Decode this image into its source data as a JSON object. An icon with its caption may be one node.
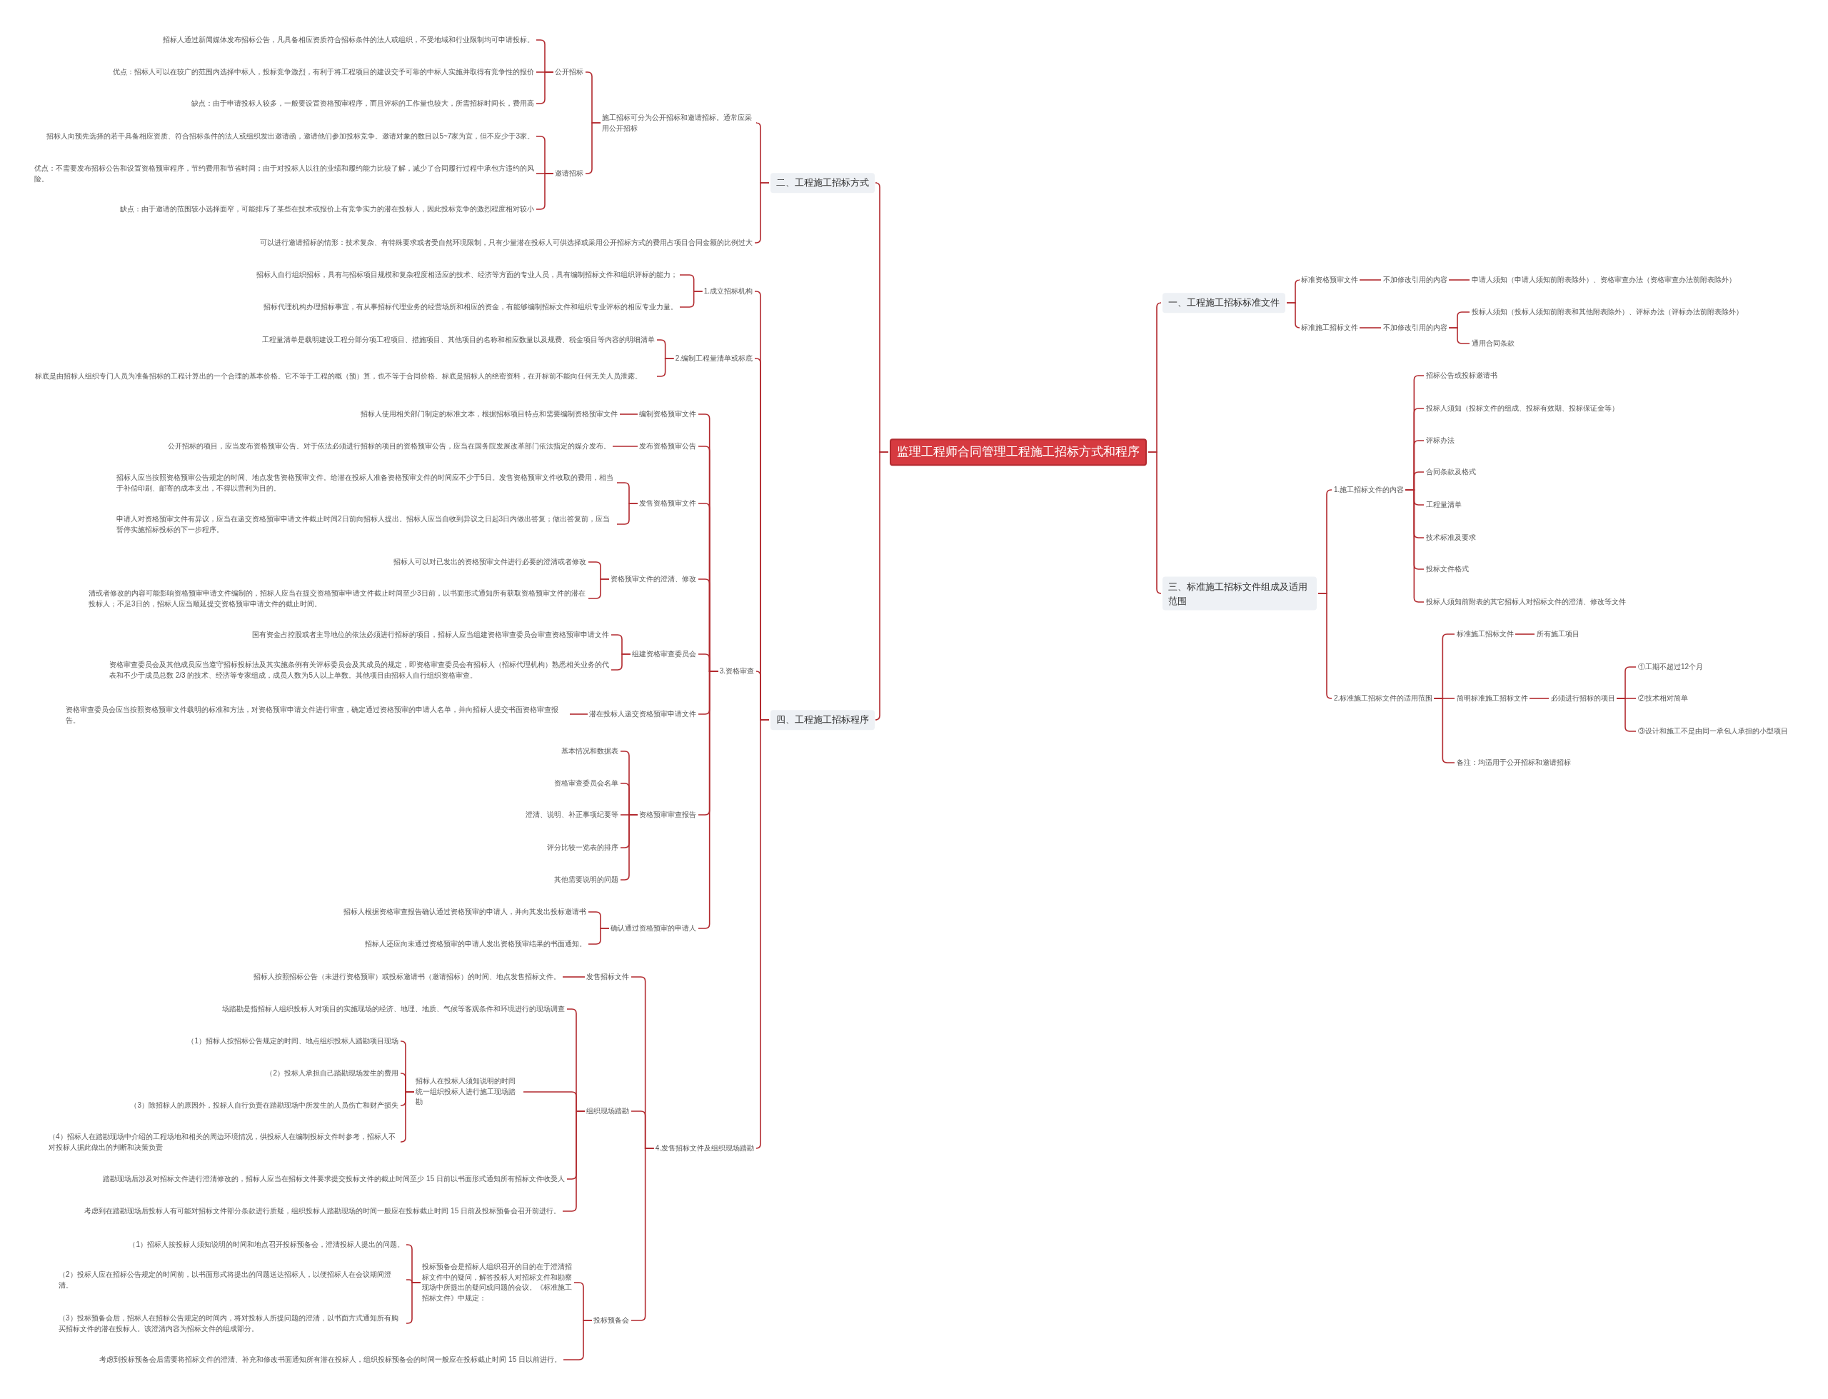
{
  "diagram": {
    "nodes": [
      {
        "text": [
          "监理工程师合同管理工程施工招标方式和程序"
        ]
      },
      {
        "text": [
          "二、工程施工招标方式"
        ]
      },
      {
        "text": [
          "施工招标可分为公开招标和邀请招标。通常应采用公开招标"
        ]
      },
      {
        "text": [
          "公开招标"
        ]
      },
      {
        "text": [
          "招标人通过新闻媒体发布招标公告，凡具备相应资质符合招标条件的法人或组织，不受地域和行业限制均可申请投标。"
        ]
      },
      {
        "text": [
          "优点：招标人可以在较广的范围内选择中标人，投标竞争激烈，有利于将工程项目的建设交予可靠的中标人实施并取得有竞争性的报价"
        ]
      },
      {
        "text": [
          "缺点：由于申请投标人较多，一般要设置资格预审程序，而且评标的工作量也较大，所需招标时间长，费用高"
        ]
      },
      {
        "text": [
          "邀请招标"
        ]
      },
      {
        "text": [
          "招标人向预先选择的若干具备相应资质、符合招标条件的法人或组织发出邀请函，邀请他们参加投标竞争。邀请对象的数目以5~7家为宜，但不应少于3家。"
        ]
      },
      {
        "text": [
          "优点：不需要发布招标公告和设置资格预审程序，节约费用和节省时间；由于对投标人以往的业绩和履约能力比较了解，减少了合同履行过程中承包方违约的风险。"
        ]
      },
      {
        "text": [
          "缺点：由于邀请的范围较小选择面窄，可能排斥了某些在技术或报价上有竞争实力的潜在投标人，因此投标竞争的激烈程度相对较小"
        ]
      },
      {
        "text": [
          "可以进行邀请招标的情形：技术复杂、有特殊要求或者受自然环境限制，只有少量潜在投标人可供选择或采用公开招标方式的费用占项目合同金额的比例过大"
        ]
      },
      {
        "text": [
          "四、工程施工招标程序"
        ]
      },
      {
        "text": [
          "1.成立招标机构"
        ]
      },
      {
        "text": [
          "招标人自行组织招标，具有与招标项目规模和复杂程度相适应的技术、经济等方面的专业人员，具有编制招标文件和组织评标的能力；"
        ]
      },
      {
        "text": [
          "招标代理机构办理招标事宜，有从事招标代理业务的经营场所和相应的资金，有能够编制招标文件和组织专业评标的相应专业力量。"
        ]
      },
      {
        "text": [
          "2.编制工程量清单或标底"
        ]
      },
      {
        "text": [
          "工程量清单是载明建设工程分部分项工程项目、措施项目、其他项目的名称和相应数量以及规费、税金项目等内容的明细清单"
        ]
      },
      {
        "text": [
          "标底是由招标人组织专门人员为准备招标的工程计算出的一个合理的基本价格。它不等于工程的概（预）算，也不等于合同价格。标底是招标人的绝密资料，在开标前不能向任何无关人员泄露。"
        ]
      },
      {
        "text": [
          "3.资格审查"
        ]
      },
      {
        "text": [
          "编制资格预审文件"
        ]
      },
      {
        "text": [
          "招标人使用相关部门制定的标准文本，根据招标项目特点和需要编制资格预审文件"
        ]
      },
      {
        "text": [
          "发布资格预审公告"
        ]
      },
      {
        "text": [
          "公开招标的项目，应当发布资格预审公告。对于依法必须进行招标的项目的资格预审公告，应当在国务院发展改革部门依法指定的媒介发布。"
        ]
      },
      {
        "text": [
          "发售资格预审文件"
        ]
      },
      {
        "text": [
          "招标人应当按照资格预审公告规定的时间、地点发售资格预审文件。给潜在投标人准备资格预审文件的时间应不少于5日。发售资格预审文件收取的费用，相当于补偿印刷、邮寄的成本支出，不得以营利为目的。"
        ]
      },
      {
        "text": [
          "申请人对资格预审文件有异议，应当在递交资格预审申请文件截止时间2日前向招标人提出。招标人应当自收到异议之日起3日内做出答复；做出答复前，应当暂停实施招标投标的下一步程序。"
        ]
      },
      {
        "text": [
          "资格预审文件的澄清、修改"
        ]
      },
      {
        "text": [
          "招标人可以对已发出的资格预审文件进行必要的澄清或者修改"
        ]
      },
      {
        "text": [
          "清或者修改的内容可能影响资格预审申请文件编制的，招标人应当在提交资格预审申请文件截止时间至少3日前，以书面形式通知所有获取资格预审文件的潜在投标人；不足3日的，招标人应当顺延提交资格预审申请文件的截止时间。"
        ]
      },
      {
        "text": [
          "组建资格审查委员会"
        ]
      },
      {
        "text": [
          "国有资金占控股或者主导地位的依法必须进行招标的项目，招标人应当组建资格审查委员会审查资格预审申请文件"
        ]
      },
      {
        "text": [
          "资格审查委员会及其他成员应当遵守招标投标法及其实施条例有关评标委员会及其成员的规定，即资格审查委员会有招标人（招标代理机构）熟悉相关业务的代表和不少于成员总数 2/3 的技术、经济等专家组成，成员人数为5人以上单数。其他项目由招标人自行组织资格审查。"
        ]
      },
      {
        "text": [
          "潜在投标人递交资格预审申请文件"
        ]
      },
      {
        "text": [
          "资格审查委员会应当按照资格预审文件载明的标准和方法，对资格预审申请文件进行审查，确定通过资格预审的申请人名单，并向招标人提交书面资格审查报告。"
        ]
      },
      {
        "text": [
          "资格预审审查报告"
        ]
      },
      {
        "text": [
          "基本情况和数据表"
        ]
      },
      {
        "text": [
          "资格审查委员会名单"
        ]
      },
      {
        "text": [
          "澄清、说明、补正事项纪要等"
        ]
      },
      {
        "text": [
          "评分比较一览表的排序"
        ]
      },
      {
        "text": [
          "其他需要说明的问题"
        ]
      },
      {
        "text": [
          "确认通过资格预审的申请人"
        ]
      },
      {
        "text": [
          "招标人根据资格审查报告确认通过资格预审的申请人，并向其发出投标邀请书"
        ]
      },
      {
        "text": [
          "招标人还应向未通过资格预审的申请人发出资格预审结果的书面通知。"
        ]
      },
      {
        "text": [
          "4.发售招标文件及组织现场踏勘"
        ]
      },
      {
        "text": [
          "发售招标文件"
        ]
      },
      {
        "text": [
          "招标人按照招标公告（未进行资格预审）或投标邀请书（邀请招标）的时间、地点发售招标文件。"
        ]
      },
      {
        "text": [
          "组织现场踏勘"
        ]
      },
      {
        "text": [
          "场踏勘是指招标人组织投标人对项目的实施现场的经济、地理、地质、气候等客观条件和环境进行的现场调查"
        ]
      },
      {
        "text": [
          "招标人在投标人须知说明的时间统一组织投标人进行施工现场踏勘"
        ]
      },
      {
        "text": [
          "（1）招标人按招标公告规定的时间、地点组织投标人踏勘项目现场"
        ]
      },
      {
        "text": [
          "（2）投标人承担自己踏勘现场发生的费用"
        ]
      },
      {
        "text": [
          "（3）除招标人的原因外，投标人自行负责在踏勘现场中所发生的人员伤亡和财产损失"
        ]
      },
      {
        "text": [
          "（4）招标人在踏勘现场中介绍的工程场地和相关的周边环境情况，供投标人在编制投标文件时参考，招标人不对投标人据此做出的判断和决策负责"
        ]
      },
      {
        "text": [
          "踏勘现场后涉及对招标文件进行澄清修改的，招标人应当在招标文件要求提交投标文件的截止时间至少 15 日前以书面形式通知所有招标文件收受人"
        ]
      },
      {
        "text": [
          "考虑到在踏勘现场后投标人有可能对招标文件部分条款进行质疑，组织投标人踏勘现场的时间一般应在投标截止时间 15 日前及投标预备会召开前进行。"
        ]
      },
      {
        "text": [
          "投标预备会"
        ]
      },
      {
        "text": [
          "投标预备会是招标人组织召开的目的在于澄清招标文件中的疑问，解答投标人对招标文件和勘察现场中所提出的疑问或问题的会议。《标准施工招标文件》中规定："
        ]
      },
      {
        "text": [
          "（1）招标人按投标人须知说明的时间和地点召开投标预备会，澄清投标人提出的问题。"
        ]
      },
      {
        "text": [
          "（2）投标人应在招标公告规定的时间前，以书面形式将提出的问题送达招标人，以便招标人在会议期间澄清。"
        ]
      },
      {
        "text": [
          "（3）投标预备会后，招标人在招标公告规定的时间内，将对投标人所提问题的澄清，以书面方式通知所有购买招标文件的潜在投标人。该澄清内容为招标文件的组成部分。"
        ]
      },
      {
        "text": [
          "考虑到投标预备会后需要将招标文件的澄清、补充和修改书面通知所有潜在投标人，组织投标预备会的时间一般应在投标截止时间 15 日以前进行。"
        ]
      },
      {
        "text": [
          "一、工程施工招标标准文件"
        ]
      },
      {
        "text": [
          "标准资格预审文件"
        ]
      },
      {
        "text": [
          "不加修改引用的内容"
        ]
      },
      {
        "text": [
          "申请人须知（申请人须知前附表除外）、资格审查办法（资格审查办法前附表除外）"
        ]
      },
      {
        "text": [
          "标准施工招标文件"
        ]
      },
      {
        "text": [
          "不加修改引用的内容"
        ]
      },
      {
        "text": [
          "投标人须知（投标人须知前附表和其他附表除外）、评标办法（评标办法前附表除外）"
        ]
      },
      {
        "text": [
          "通用合同条款"
        ]
      },
      {
        "text": [
          "三、标准施工招标文件组成及适用范围"
        ]
      },
      {
        "text": [
          "1.施工招标文件的内容"
        ]
      },
      {
        "text": [
          "招标公告或投标邀请书"
        ]
      },
      {
        "text": [
          "投标人须知（投标文件的组成、投标有效期、投标保证金等）"
        ]
      },
      {
        "text": [
          "评标办法"
        ]
      },
      {
        "text": [
          "合同条款及格式"
        ]
      },
      {
        "text": [
          "工程量清单"
        ]
      },
      {
        "text": [
          "技术标准及要求"
        ]
      },
      {
        "text": [
          "投标文件格式"
        ]
      },
      {
        "text": [
          "投标人须知前附表的其它招标人对招标文件的澄清、修改等文件"
        ]
      },
      {
        "text": [
          "2.标准施工招标文件的适用范围"
        ]
      },
      {
        "text": [
          "标准施工招标文件"
        ]
      },
      {
        "text": [
          "所有施工项目"
        ]
      },
      {
        "text": [
          "简明标准施工招标文件"
        ]
      },
      {
        "text": [
          "必须进行招标的项目"
        ]
      },
      {
        "text": [
          "①工期不超过12个月"
        ]
      },
      {
        "text": [
          "②技术相对简单"
        ]
      },
      {
        "text": [
          "③设计和施工不是由同一承包人承担的小型项目"
        ]
      },
      {
        "text": [
          "备注：均适用于公开招标和邀请招标"
        ]
      }
    ],
    "edges": [
      {
        "from": 0,
        "to": 1,
        "arrow": "none"
      },
      {
        "from": 1,
        "to": 2,
        "arrow": "none"
      },
      {
        "from": 2,
        "to": 3,
        "arrow": "none"
      },
      {
        "from": 3,
        "to": 4,
        "arrow": "none"
      },
      {
        "from": 3,
        "to": 5,
        "arrow": "none"
      },
      {
        "from": 3,
        "to": 6,
        "arrow": "none"
      },
      {
        "from": 2,
        "to": 7,
        "arrow": "none"
      },
      {
        "from": 7,
        "to": 8,
        "arrow": "none"
      },
      {
        "from": 7,
        "to": 9,
        "arrow": "none"
      },
      {
        "from": 7,
        "to": 10,
        "arrow": "none"
      },
      {
        "from": 1,
        "to": 11,
        "arrow": "none"
      },
      {
        "from": 0,
        "to": 12,
        "arrow": "none"
      },
      {
        "from": 12,
        "to": 13,
        "arrow": "none"
      },
      {
        "from": 13,
        "to": 14,
        "arrow": "none"
      },
      {
        "from": 13,
        "to": 15,
        "arrow": "none"
      },
      {
        "from": 12,
        "to": 16,
        "arrow": "none"
      },
      {
        "from": 16,
        "to": 17,
        "arrow": "none"
      },
      {
        "from": 16,
        "to": 18,
        "arrow": "none"
      },
      {
        "from": 12,
        "to": 19,
        "arrow": "none"
      },
      {
        "from": 19,
        "to": 20,
        "arrow": "none"
      },
      {
        "from": 20,
        "to": 21,
        "arrow": "none"
      },
      {
        "from": 19,
        "to": 22,
        "arrow": "none"
      },
      {
        "from": 22,
        "to": 23,
        "arrow": "none"
      },
      {
        "from": 19,
        "to": 24,
        "arrow": "none"
      },
      {
        "from": 24,
        "to": 25,
        "arrow": "none"
      },
      {
        "from": 24,
        "to": 26,
        "arrow": "none"
      },
      {
        "from": 19,
        "to": 27,
        "arrow": "none"
      },
      {
        "from": 27,
        "to": 28,
        "arrow": "none"
      },
      {
        "from": 27,
        "to": 29,
        "arrow": "none"
      },
      {
        "from": 19,
        "to": 30,
        "arrow": "none"
      },
      {
        "from": 30,
        "to": 31,
        "arrow": "none"
      },
      {
        "from": 30,
        "to": 32,
        "arrow": "none"
      },
      {
        "from": 19,
        "to": 33,
        "arrow": "none"
      },
      {
        "from": 33,
        "to": 34,
        "arrow": "none"
      },
      {
        "from": 19,
        "to": 35,
        "arrow": "none"
      },
      {
        "from": 35,
        "to": 36,
        "arrow": "none"
      },
      {
        "from": 35,
        "to": 37,
        "arrow": "none"
      },
      {
        "from": 35,
        "to": 38,
        "arrow": "none"
      },
      {
        "from": 35,
        "to": 39,
        "arrow": "none"
      },
      {
        "from": 35,
        "to": 40,
        "arrow": "none"
      },
      {
        "from": 19,
        "to": 41,
        "arrow": "none"
      },
      {
        "from": 41,
        "to": 42,
        "arrow": "none"
      },
      {
        "from": 41,
        "to": 43,
        "arrow": "none"
      },
      {
        "from": 12,
        "to": 44,
        "arrow": "none"
      },
      {
        "from": 44,
        "to": 45,
        "arrow": "none"
      },
      {
        "from": 45,
        "to": 46,
        "arrow": "none"
      },
      {
        "from": 44,
        "to": 47,
        "arrow": "none"
      },
      {
        "from": 47,
        "to": 48,
        "arrow": "none"
      },
      {
        "from": 47,
        "to": 49,
        "arrow": "none"
      },
      {
        "from": 49,
        "to": 50,
        "arrow": "none"
      },
      {
        "from": 49,
        "to": 51,
        "arrow": "none"
      },
      {
        "from": 49,
        "to": 52,
        "arrow": "none"
      },
      {
        "from": 49,
        "to": 53,
        "arrow": "none"
      },
      {
        "from": 47,
        "to": 54,
        "arrow": "none"
      },
      {
        "from": 47,
        "to": 55,
        "arrow": "none"
      },
      {
        "from": 44,
        "to": 56,
        "arrow": "none"
      },
      {
        "from": 56,
        "to": 57,
        "arrow": "none"
      },
      {
        "from": 57,
        "to": 58,
        "arrow": "none"
      },
      {
        "from": 57,
        "to": 59,
        "arrow": "none"
      },
      {
        "from": 57,
        "to": 60,
        "arrow": "none"
      },
      {
        "from": 56,
        "to": 61,
        "arrow": "none"
      },
      {
        "from": 0,
        "to": 62,
        "arrow": "none"
      },
      {
        "from": 62,
        "to": 63,
        "arrow": "none"
      },
      {
        "from": 63,
        "to": 64,
        "arrow": "none"
      },
      {
        "from": 64,
        "to": 65,
        "arrow": "none"
      },
      {
        "from": 62,
        "to": 66,
        "arrow": "none"
      },
      {
        "from": 66,
        "to": 67,
        "arrow": "none"
      },
      {
        "from": 67,
        "to": 68,
        "arrow": "none"
      },
      {
        "from": 67,
        "to": 69,
        "arrow": "none"
      },
      {
        "from": 0,
        "to": 70,
        "arrow": "none"
      },
      {
        "from": 70,
        "to": 71,
        "arrow": "none"
      },
      {
        "from": 71,
        "to": 72,
        "arrow": "none"
      },
      {
        "from": 71,
        "to": 73,
        "arrow": "none"
      },
      {
        "from": 71,
        "to": 74,
        "arrow": "none"
      },
      {
        "from": 71,
        "to": 75,
        "arrow": "none"
      },
      {
        "from": 71,
        "to": 76,
        "arrow": "none"
      },
      {
        "from": 71,
        "to": 77,
        "arrow": "none"
      },
      {
        "from": 71,
        "to": 78,
        "arrow": "none"
      },
      {
        "from": 71,
        "to": 79,
        "arrow": "none"
      },
      {
        "from": 70,
        "to": 80,
        "arrow": "none"
      },
      {
        "from": 80,
        "to": 81,
        "arrow": "none"
      },
      {
        "from": 81,
        "to": 82,
        "arrow": "none"
      },
      {
        "from": 80,
        "to": 83,
        "arrow": "none"
      },
      {
        "from": 83,
        "to": 84,
        "arrow": "none"
      },
      {
        "from": 84,
        "to": 85,
        "arrow": "none"
      },
      {
        "from": 84,
        "to": 86,
        "arrow": "none"
      },
      {
        "from": 84,
        "to": 87,
        "arrow": "none"
      },
      {
        "from": 80,
        "to": 88,
        "arrow": "none"
      }
    ]
  }
}
